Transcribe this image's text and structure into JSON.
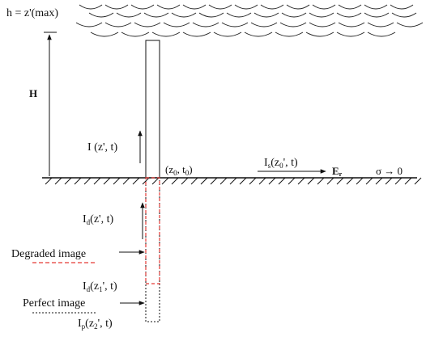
{
  "labels": {
    "top_height": "h = z'(max)",
    "height": "H",
    "current_channel": "I (z', t)",
    "strike_point": "(z₀, t₀)",
    "surface_current": "Iₛ(z₀', t)",
    "field": "Eᵣ",
    "conductivity": "σ → 0",
    "image_current": "Iᵈ(z', t)",
    "degraded_image": "Degraded image",
    "degraded_end_current": "Iᵈ(z₁', t)",
    "perfect_image": "Perfect image",
    "perfect_end_current": "Iₚ(z₂', t)"
  },
  "colors": {
    "ink": "#111111",
    "degraded": "#e53935",
    "cloud": "#222222"
  }
}
